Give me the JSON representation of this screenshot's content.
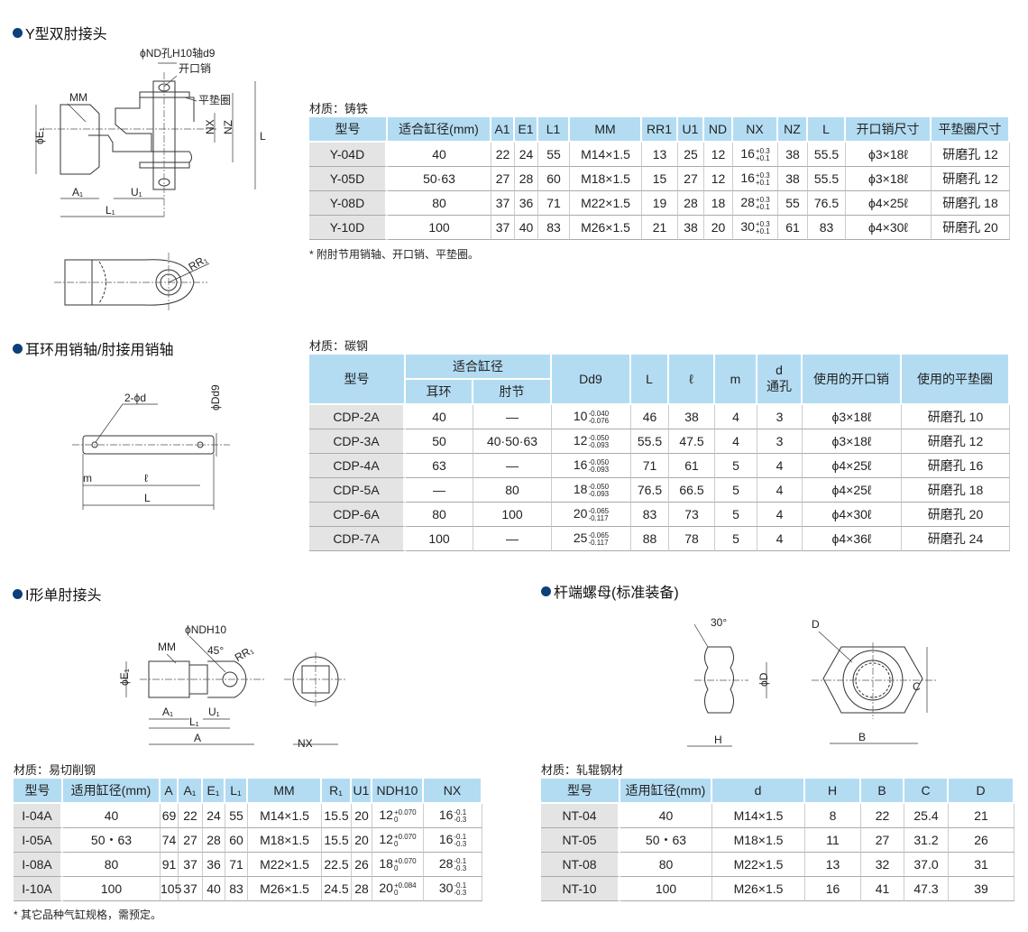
{
  "sections": {
    "y": {
      "title": "Y型双肘接头",
      "labels": {
        "nd": "ϕND孔H10轴d9",
        "pin": "开口销",
        "washer": "平垫圈",
        "mm": "MM",
        "e1": "ϕE₁",
        "nx": "NX",
        "nz": "NZ",
        "l": "L",
        "a1": "A₁",
        "u1": "U₁",
        "l1": "L₁",
        "rr1": "RR₁"
      }
    },
    "pin": {
      "title": "耳环用销轴/肘接用销轴",
      "labels": {
        "d": "2-ϕd",
        "dd9": "ϕDd9",
        "m": "m",
        "ell": "ℓ",
        "l": "L"
      }
    },
    "i": {
      "title": "I形单肘接头",
      "labels": {
        "nd": "ϕNDH10",
        "mm": "MM",
        "angle": "45°",
        "rr1": "RR₁",
        "e1": "ϕE₁",
        "a1": "A₁",
        "u1": "U₁",
        "l1": "L₁",
        "a": "A",
        "nx": "NX"
      }
    },
    "nut": {
      "title": "杆端螺母(标准装备)",
      "labels": {
        "angle": "30°",
        "d": "ϕD",
        "h": "H",
        "dd": "D",
        "c": "C",
        "b": "B"
      }
    }
  },
  "tables": {
    "y": {
      "material": "材质：铸铁",
      "note": "* 附肘节用销轴、开口销、平垫圈。",
      "headers": [
        "型号",
        "适合缸径(mm)",
        "A1",
        "E1",
        "L1",
        "MM",
        "RR1",
        "U1",
        "ND",
        "NX",
        "NZ",
        "L",
        "开口销尺寸",
        "平垫圈尺寸"
      ],
      "rows": [
        [
          "Y-04D",
          "40",
          "22",
          "24",
          "55",
          "M14×1.5",
          "13",
          "25",
          "12",
          {
            "v": "16",
            "u": "+0.3",
            "l": "+0.1"
          },
          "38",
          "55.5",
          "ϕ3×18ℓ",
          "研磨孔 12"
        ],
        [
          "Y-05D",
          "50·63",
          "27",
          "28",
          "60",
          "M18×1.5",
          "15",
          "27",
          "12",
          {
            "v": "16",
            "u": "+0.3",
            "l": "+0.1"
          },
          "38",
          "55.5",
          "ϕ3×18ℓ",
          "研磨孔 12"
        ],
        [
          "Y-08D",
          "80",
          "37",
          "36",
          "71",
          "M22×1.5",
          "19",
          "28",
          "18",
          {
            "v": "28",
            "u": "+0.3",
            "l": "+0.1"
          },
          "55",
          "76.5",
          "ϕ4×25ℓ",
          "研磨孔 18"
        ],
        [
          "Y-10D",
          "100",
          "37",
          "40",
          "83",
          "M26×1.5",
          "21",
          "38",
          "20",
          {
            "v": "30",
            "u": "+0.3",
            "l": "+0.1"
          },
          "61",
          "83",
          "ϕ4×30ℓ",
          "研磨孔 20"
        ]
      ]
    },
    "pin": {
      "material": "材质：碳钢",
      "headers": [
        "型号",
        "适合缸径",
        "耳环",
        "肘节",
        "Dd9",
        "L",
        "ℓ",
        "m",
        "d\n通孔",
        "使用的开口销",
        "使用的平垫圈"
      ],
      "rows": [
        [
          "CDP-2A",
          "40",
          "—",
          {
            "v": "10",
            "u": "-0.040",
            "l": "-0.076"
          },
          "46",
          "38",
          "4",
          "3",
          "ϕ3×18ℓ",
          "研磨孔 10"
        ],
        [
          "CDP-3A",
          "50",
          "40·50·63",
          {
            "v": "12",
            "u": "-0.050",
            "l": "-0.093"
          },
          "55.5",
          "47.5",
          "4",
          "3",
          "ϕ3×18ℓ",
          "研磨孔 12"
        ],
        [
          "CDP-4A",
          "63",
          "—",
          {
            "v": "16",
            "u": "-0.050",
            "l": "-0.093"
          },
          "71",
          "61",
          "5",
          "4",
          "ϕ4×25ℓ",
          "研磨孔 16"
        ],
        [
          "CDP-5A",
          "—",
          "80",
          {
            "v": "18",
            "u": "-0.050",
            "l": "-0.093"
          },
          "76.5",
          "66.5",
          "5",
          "4",
          "ϕ4×25ℓ",
          "研磨孔 18"
        ],
        [
          "CDP-6A",
          "80",
          "100",
          {
            "v": "20",
            "u": "-0.065",
            "l": "-0.117"
          },
          "83",
          "73",
          "5",
          "4",
          "ϕ4×30ℓ",
          "研磨孔 20"
        ],
        [
          "CDP-7A",
          "100",
          "—",
          {
            "v": "25",
            "u": "-0.065",
            "l": "-0.117"
          },
          "88",
          "78",
          "5",
          "4",
          "ϕ4×36ℓ",
          "研磨孔 24"
        ]
      ]
    },
    "i": {
      "material": "材质：易切削钢",
      "note": "* 其它品种气缸规格，需预定。",
      "headers": [
        "型号",
        "适用缸径(mm)",
        "A",
        "A₁",
        "E₁",
        "L₁",
        "MM",
        "R₁",
        "U1",
        "NDH10",
        "NX"
      ],
      "rows": [
        [
          "I-04A",
          "40",
          "69",
          "22",
          "24",
          "55",
          "M14×1.5",
          "15.5",
          "20",
          {
            "v": "12",
            "u": "+0.070",
            "l": "0"
          },
          {
            "v": "16",
            "u": "-0.1",
            "l": "-0.3"
          }
        ],
        [
          "I-05A",
          "50・63",
          "74",
          "27",
          "28",
          "60",
          "M18×1.5",
          "15.5",
          "20",
          {
            "v": "12",
            "u": "+0.070",
            "l": "0"
          },
          {
            "v": "16",
            "u": "-0.1",
            "l": "-0.3"
          }
        ],
        [
          "I-08A",
          "80",
          "91",
          "37",
          "36",
          "71",
          "M22×1.5",
          "22.5",
          "26",
          {
            "v": "18",
            "u": "+0.070",
            "l": "0"
          },
          {
            "v": "28",
            "u": "-0.1",
            "l": "-0.3"
          }
        ],
        [
          "I-10A",
          "100",
          "105",
          "37",
          "40",
          "83",
          "M26×1.5",
          "24.5",
          "28",
          {
            "v": "20",
            "u": "+0.084",
            "l": "0"
          },
          {
            "v": "30",
            "u": "-0.1",
            "l": "-0.3"
          }
        ]
      ]
    },
    "nut": {
      "material": "材质：轧辊钢材",
      "headers": [
        "型号",
        "适用缸径(mm)",
        "d",
        "H",
        "B",
        "C",
        "D"
      ],
      "rows": [
        [
          "NT-04",
          "40",
          "M14×1.5",
          "8",
          "22",
          "25.4",
          "21"
        ],
        [
          "NT-05",
          "50・63",
          "M18×1.5",
          "11",
          "27",
          "31.2",
          "26"
        ],
        [
          "NT-08",
          "80",
          "M22×1.5",
          "13",
          "32",
          "37.0",
          "31"
        ],
        [
          "NT-10",
          "100",
          "M26×1.5",
          "16",
          "41",
          "47.3",
          "39"
        ]
      ]
    }
  }
}
